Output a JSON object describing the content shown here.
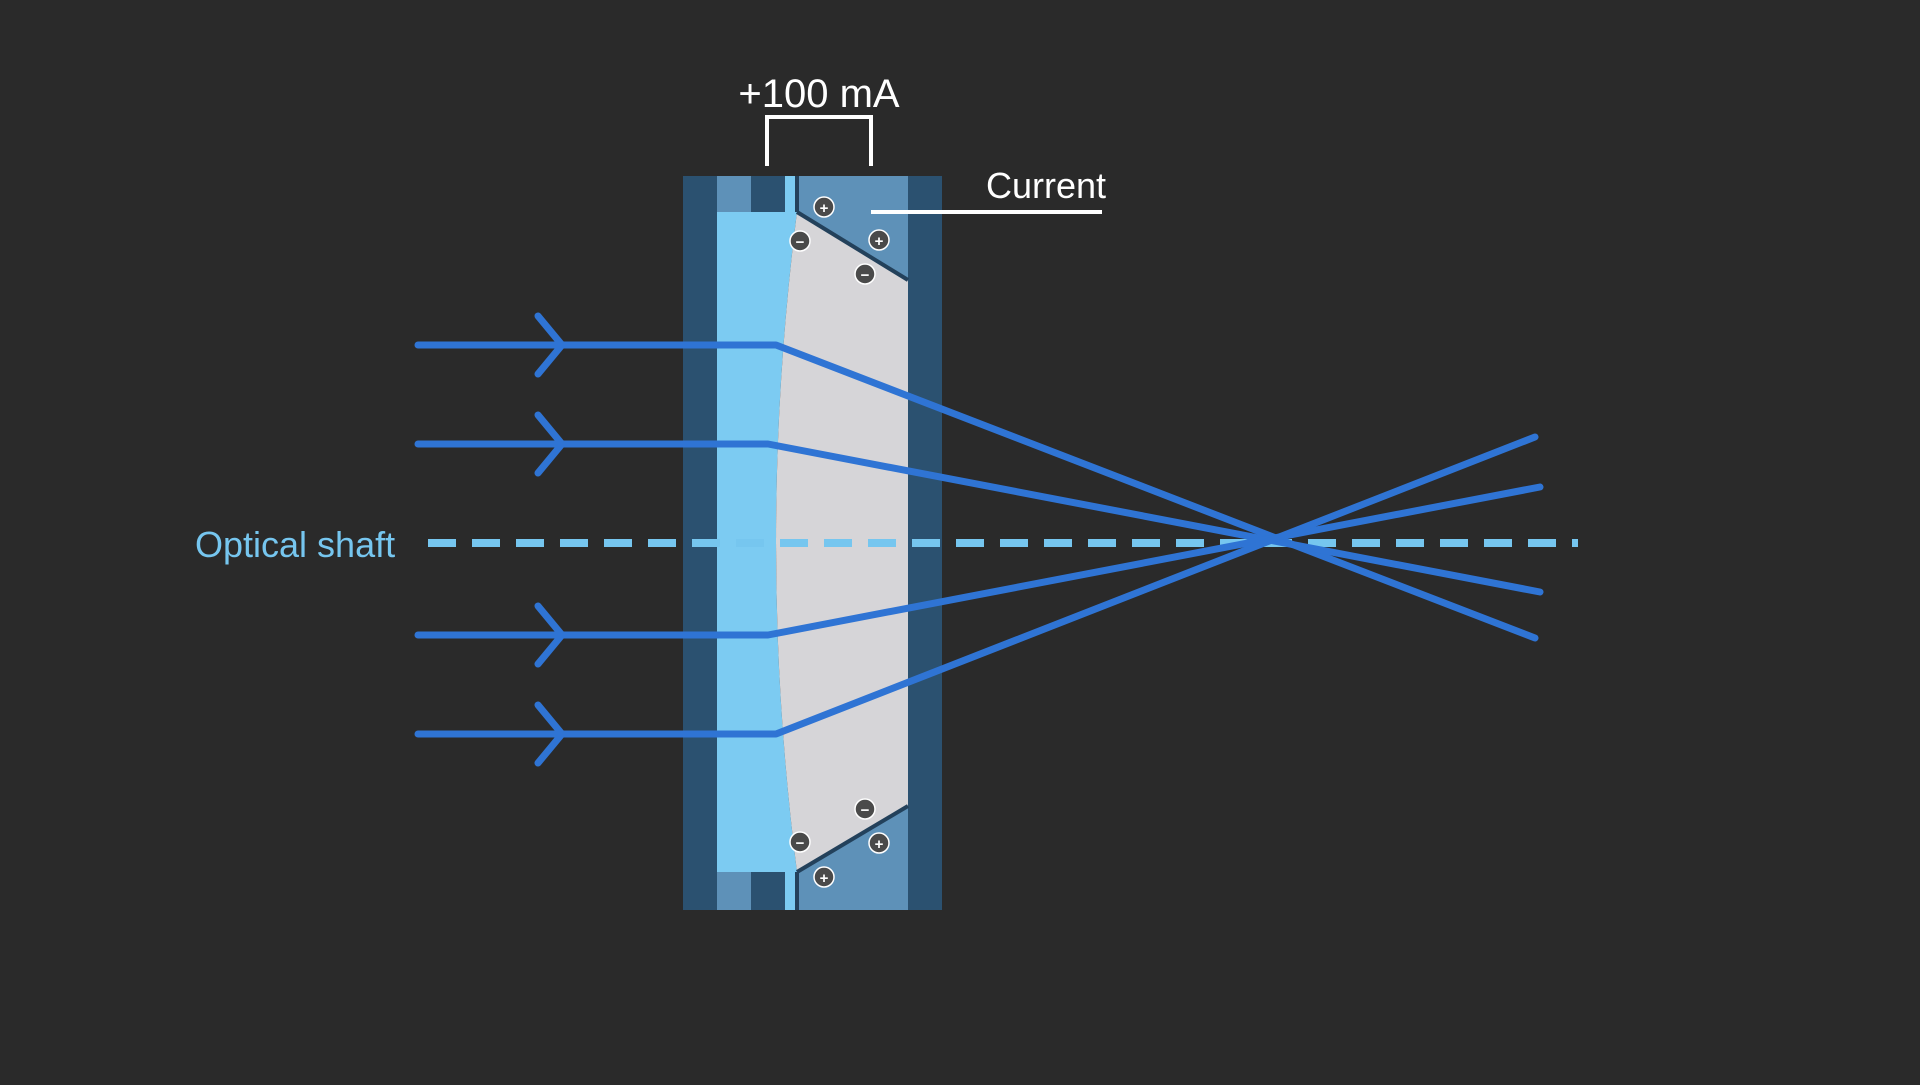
{
  "labels": {
    "current_value": "+100 mA",
    "current": "Current",
    "optical_shaft": "Optical shaft"
  },
  "charges": {
    "positive": "+",
    "negative": "−"
  },
  "colors": {
    "background": "#2a2a2a",
    "ray": "#2f74d4",
    "optical_shaft": "#76c6ef",
    "housing_dark": "#2b5170",
    "housing_mid": "#5e91b8",
    "liquid_light": "#7ccbf2",
    "liquid_gray": "#d6d5d8",
    "electrode_line": "#23415b",
    "white": "#ffffff"
  }
}
